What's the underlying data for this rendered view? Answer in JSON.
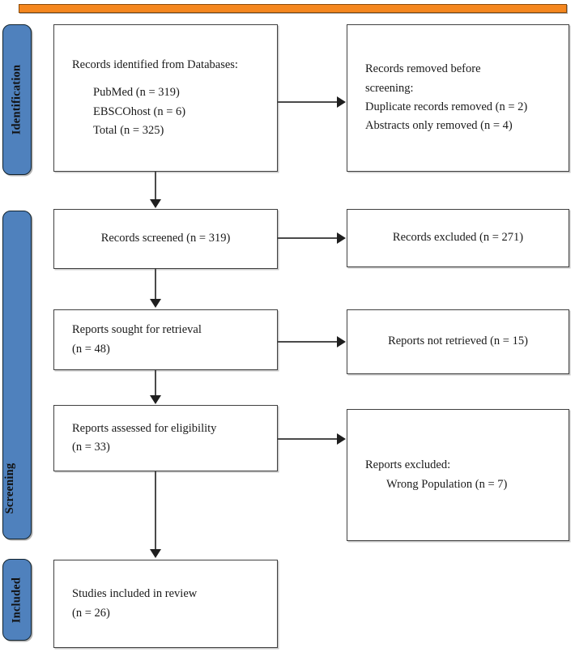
{
  "figure": {
    "type": "prisma-flow-diagram",
    "accent_orange": "#F5871F",
    "stage_blue": "#4F81BD",
    "box_border": "#404040"
  },
  "stages": [
    {
      "label": "Identification"
    },
    {
      "label": "Screening"
    },
    {
      "label": "Included"
    }
  ],
  "boxes": {
    "identified": {
      "title": "Records identified from Databases:",
      "lines": [
        "PubMed (n = 319)",
        "EBSCOhost (n = 6)",
        "Total (n = 325)"
      ]
    },
    "removed_before_screening": {
      "lines": [
        "Records removed before",
        "screening:",
        "Duplicate records removed (n = 2)",
        "Abstracts only removed (n = 4)"
      ]
    },
    "records_screened": {
      "line": "Records screened (n = 319)"
    },
    "records_excluded": {
      "line": "Records excluded (n = 271)"
    },
    "reports_sought": {
      "lines": [
        "Reports sought for retrieval",
        "(n = 48)"
      ]
    },
    "reports_not_retrieved": {
      "line": "Reports not retrieved (n = 15)"
    },
    "reports_assessed": {
      "lines": [
        "Reports assessed for eligibility",
        "(n = 33)"
      ]
    },
    "reports_excluded": {
      "title": "Reports excluded:",
      "reasons": [
        "Wrong Population (n = 7)"
      ]
    },
    "studies_included": {
      "lines": [
        "Studies included in review",
        "(n = 26)"
      ]
    }
  },
  "counts": {
    "pubmed": 319,
    "ebscohost": 6,
    "total_identified": 325,
    "duplicates_removed": 2,
    "abstracts_only_removed": 4,
    "records_screened": 319,
    "records_excluded": 271,
    "reports_sought": 48,
    "reports_not_retrieved": 15,
    "reports_assessed": 33,
    "wrong_population_excluded": 7,
    "studies_included": 26
  }
}
